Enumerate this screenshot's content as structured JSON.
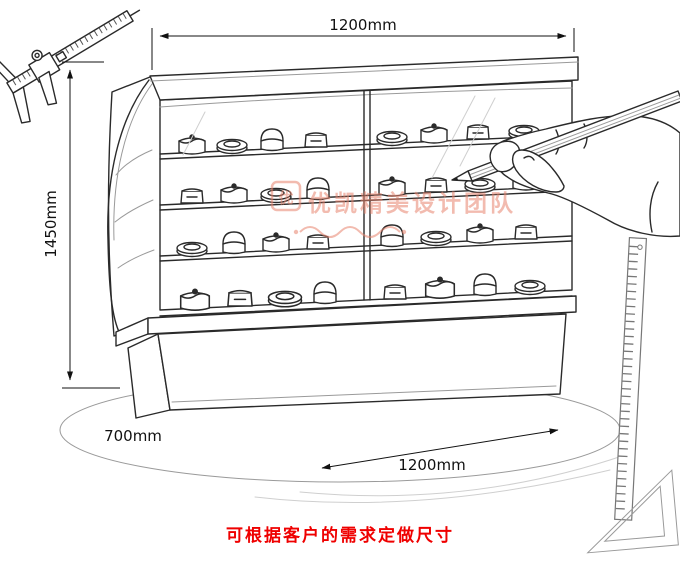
{
  "illustration": {
    "dims": {
      "top_width": "1200mm",
      "height": "1450mm",
      "depth": "700mm",
      "bottom_width": "1200mm"
    },
    "caption": "可根据客户的需求定做尺寸",
    "watermark": {
      "logo_char": "优",
      "title": "优凯精美设计团队"
    },
    "colors": {
      "caption": "#ef0000",
      "watermark": "#e8846e",
      "sketch_ink": "#2a2a2a"
    }
  }
}
